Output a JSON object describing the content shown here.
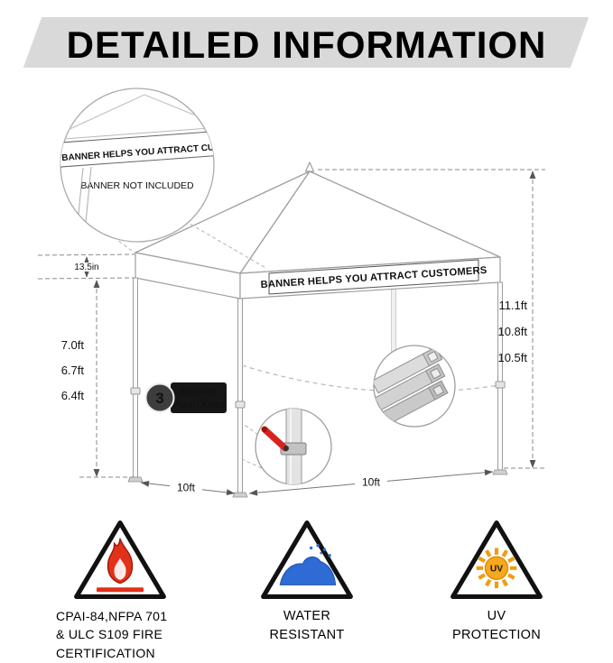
{
  "header": {
    "title": "DETAILED INFORMATION"
  },
  "tent": {
    "banner_text": "BANNER HELPS YOU ATTRACT CUSTOMERS",
    "inset": {
      "banner_text": "BANNER HELPS YOU ATTRACT CUS",
      "note": "BANNER NOT INCLUDED"
    },
    "badge": {
      "count": "3",
      "label_line1": "HEIGHT",
      "label_line2": "POSITIONS"
    },
    "dimensions": {
      "valance_height": "13.5in",
      "leg_heights": [
        "7.0ft",
        "6.7ft",
        "6.4ft"
      ],
      "peak_heights": [
        "11.1ft",
        "10.8ft",
        "10.5ft"
      ],
      "depth": "10ft",
      "width": "10ft"
    }
  },
  "features": [
    {
      "icon": "fire-triangle-icon",
      "lines": [
        "CPAI-84,NFPA 701",
        "& ULC S109 FIRE",
        "CERTIFICATION"
      ]
    },
    {
      "icon": "water-triangle-icon",
      "lines": [
        "WATER",
        "RESISTANT"
      ]
    },
    {
      "icon": "uv-triangle-icon",
      "icon_text": "UV",
      "lines": [
        "UV",
        "PROTECTION"
      ]
    }
  ],
  "colors": {
    "header_gray": "#d9d9d9",
    "flame_red": "#e23118",
    "water_blue": "#2e6bd4",
    "sun_orange": "#f2a71b",
    "frame_gray": "#9e9e9e"
  }
}
